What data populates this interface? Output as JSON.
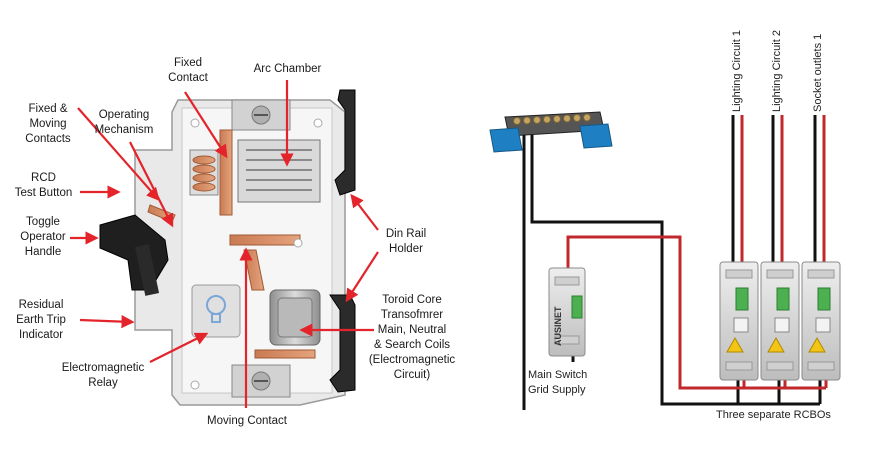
{
  "left_diagram": {
    "labels": {
      "fixed_contact": "Fixed\nContact",
      "arc_chamber": "Arc Chamber",
      "fixed_moving_contacts": "Fixed &\nMoving\nContacts",
      "operating_mechanism": "Operating\nMechanism",
      "rcd_test_button": "RCD\nTest Button",
      "toggle_operator_handle": "Toggle\nOperator\nHandle",
      "din_rail_holder": "Din Rail\nHolder",
      "residual_earth_trip_indicator": "Residual\nEarth Trip\nIndicator",
      "toroid_core": "Toroid Core\nTransofmrer\nMain, Neutral\n& Search Coils\n(Electromagnetic\nCircuit)",
      "electromagnetic_relay": "Electromagnetic\nRelay",
      "moving_contact": "Moving Contact"
    }
  },
  "right_diagram": {
    "circuit_labels": [
      "Lighting Circuit 1",
      "Lighting Circuit 2",
      "Socket outlets 1"
    ],
    "main_switch_label": "Main Switch\nGrid Supply",
    "rcbo_caption": "Three separate RCBOs",
    "device_brand": "AUSINET",
    "colors": {
      "active_wire": "#c0282c",
      "neutral_wire": "#111111",
      "busbar_cap": "#1e7fc2"
    }
  }
}
